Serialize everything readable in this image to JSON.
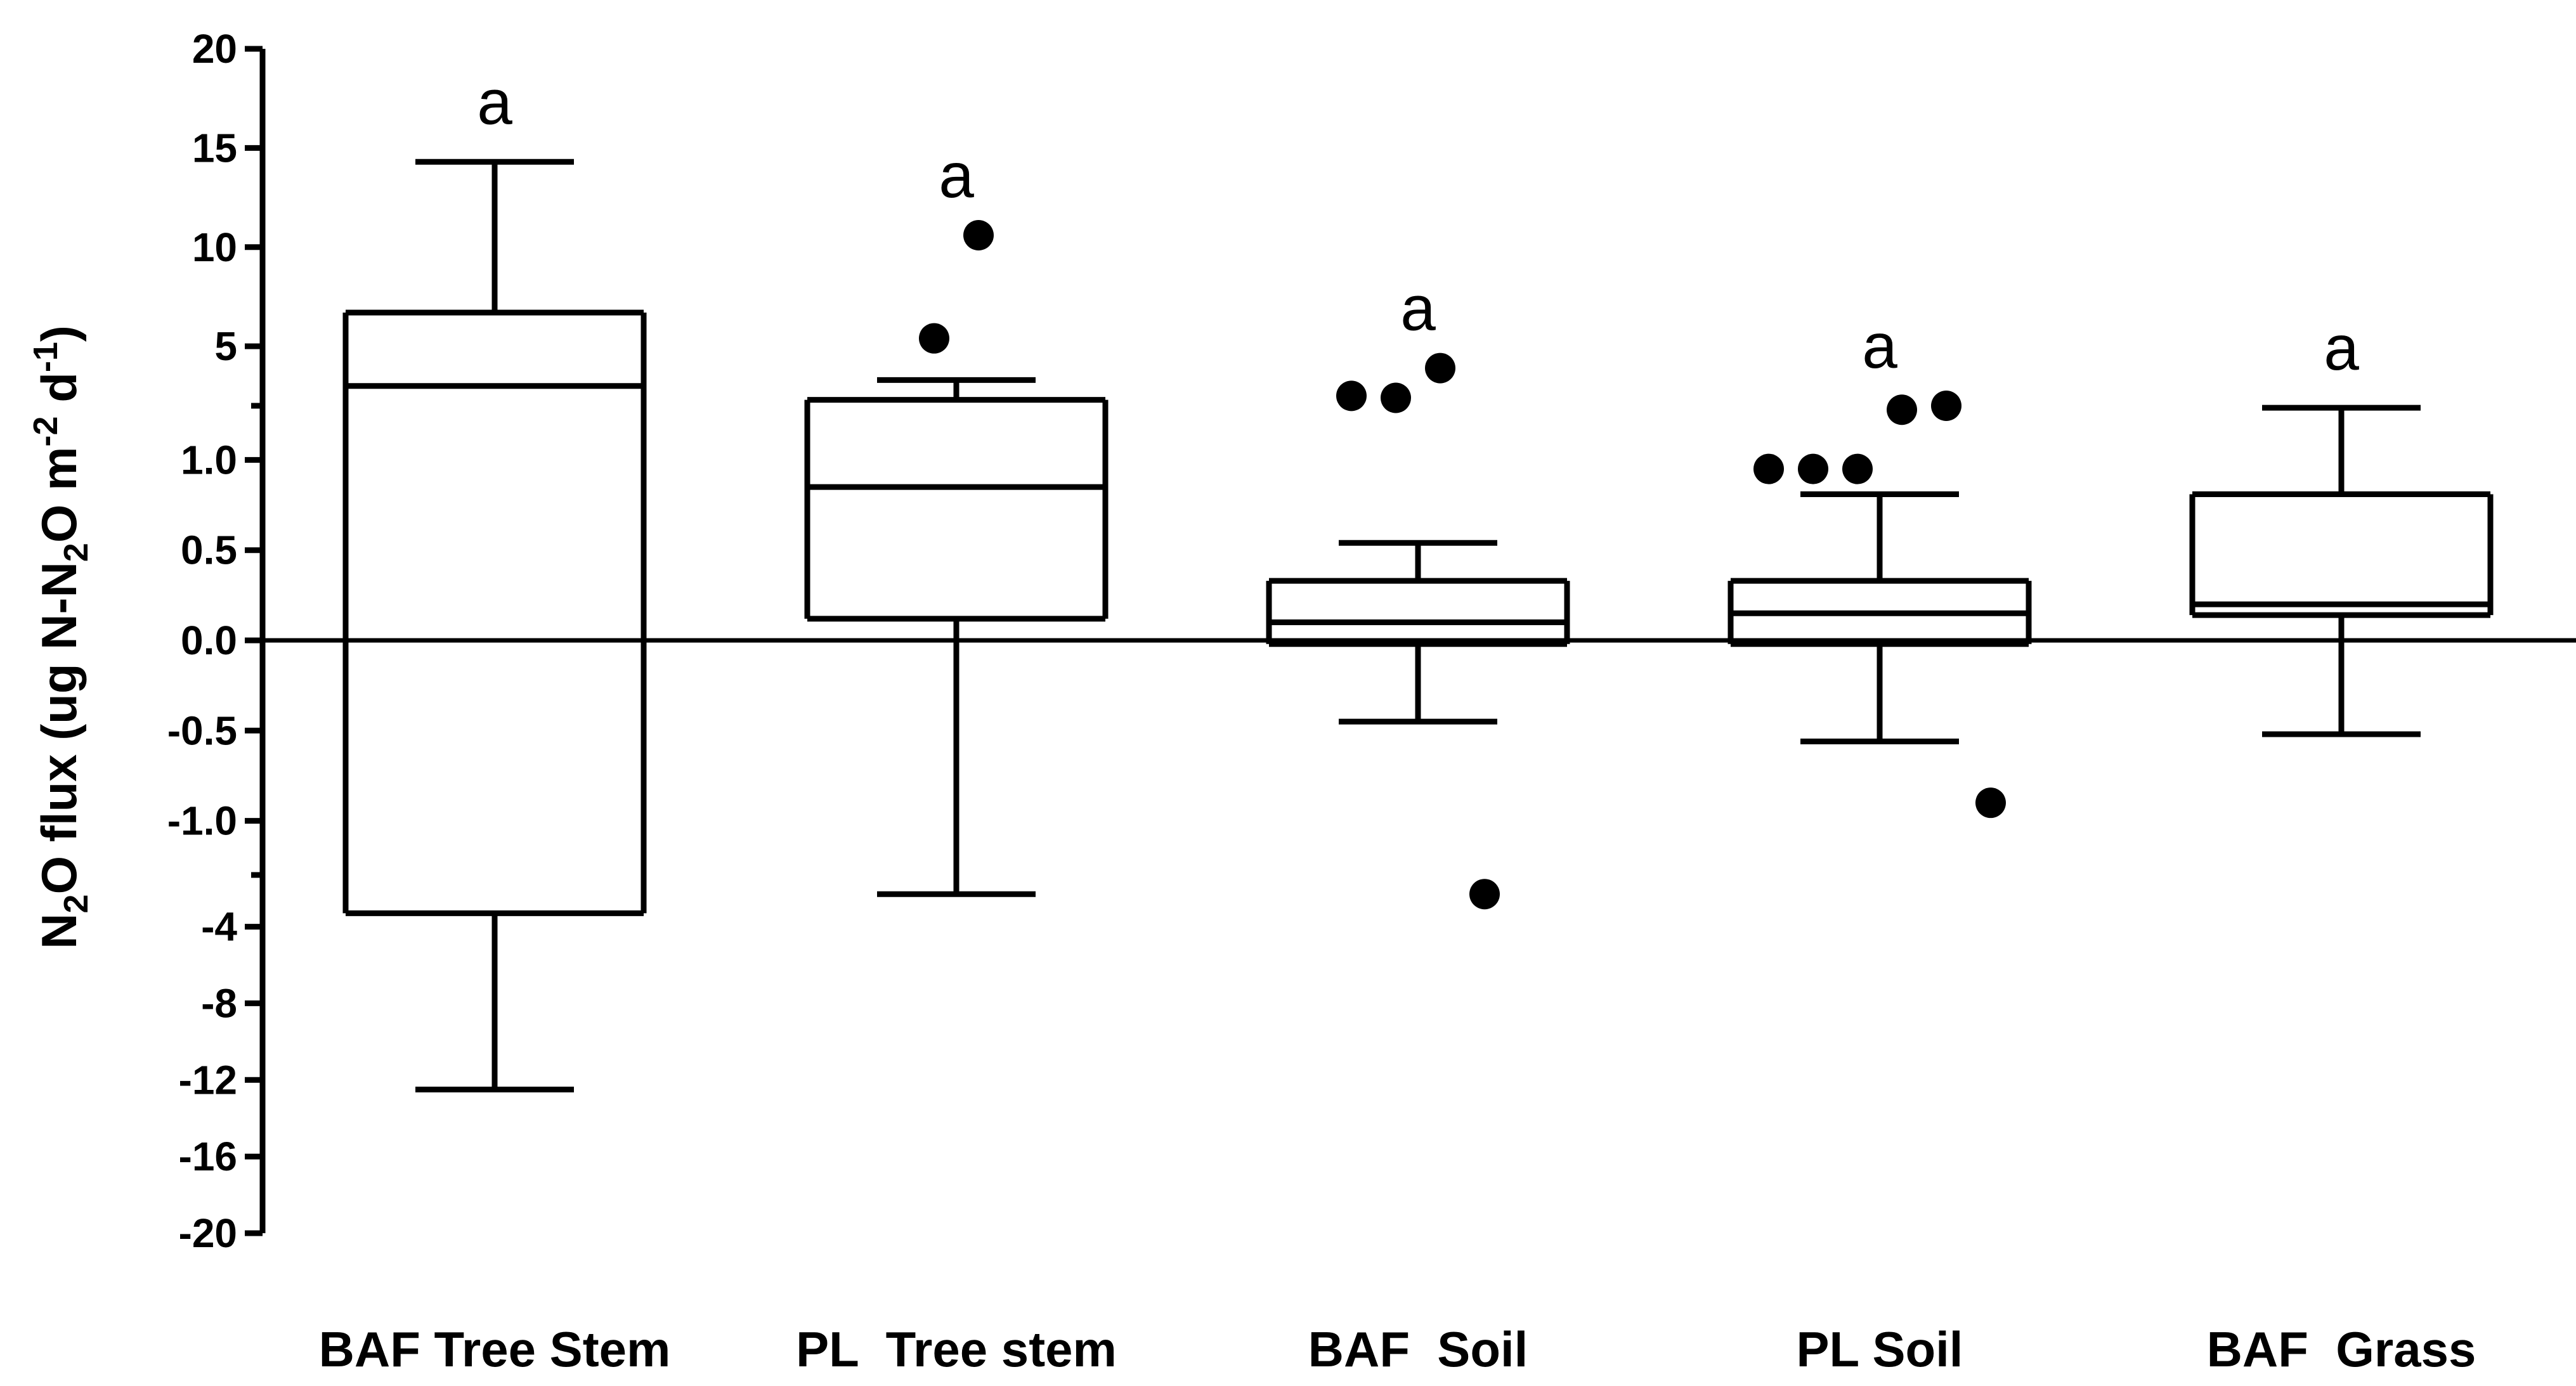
{
  "chart_data": {
    "type": "box",
    "ylabel": {
      "parts": [
        "N",
        "2",
        "O flux (ug N-N",
        "2",
        "O m",
        "-2",
        " d",
        "-1",
        ")"
      ]
    },
    "y_axis_segments": [
      {
        "name": "upper",
        "range": [
          2,
          20
        ],
        "ticks": [
          5,
          10,
          15,
          20
        ],
        "labels": [
          "5",
          "10",
          "15",
          "20"
        ]
      },
      {
        "name": "middle",
        "range": [
          -1.3,
          1.3
        ],
        "ticks": [
          -1.0,
          -0.5,
          0.0,
          0.5,
          1.0
        ],
        "labels": [
          "-1.0",
          "-0.5",
          "0.0",
          "0.5",
          "1.0"
        ]
      },
      {
        "name": "lower",
        "range": [
          -20,
          -1.3
        ],
        "ticks": [
          -20,
          -16,
          -12,
          -8,
          -4
        ],
        "labels": [
          "-20",
          "-16",
          "-12",
          "-8",
          "-4"
        ]
      }
    ],
    "zero_line": true,
    "categories": [
      "BAF Tree Stem",
      "PL  Tree stem",
      "BAF  Soil",
      "PL Soil",
      "BAF  Grass"
    ],
    "boxes": [
      {
        "category": "BAF Tree Stem",
        "whisker_low": -12.5,
        "q1": -3.3,
        "median": 3.0,
        "q3": 6.7,
        "whisker_high": 14.3,
        "outliers": [],
        "letter": "a"
      },
      {
        "category": "PL  Tree stem",
        "whisker_low": -2.3,
        "q1": 0.12,
        "median": 0.85,
        "q3": 2.3,
        "whisker_high": 3.3,
        "outliers": [
          5.4,
          10.6
        ],
        "letter": "a"
      },
      {
        "category": "BAF  Soil",
        "whisker_low": -0.45,
        "q1": -0.02,
        "median": 0.1,
        "q3": 0.33,
        "whisker_high": 0.54,
        "outliers": [
          2.5,
          2.4,
          3.9,
          -2.3
        ],
        "letter": "a"
      },
      {
        "category": "PL Soil",
        "whisker_low": -0.56,
        "q1": -0.02,
        "median": 0.15,
        "q3": 0.33,
        "whisker_high": 0.81,
        "outliers": [
          0.95,
          0.95,
          0.95,
          1.8,
          2.0,
          -0.9
        ],
        "letter": "a"
      },
      {
        "category": "BAF  Grass",
        "whisker_low": -0.52,
        "q1": 0.14,
        "median": 0.2,
        "q3": 0.81,
        "whisker_high": 1.9,
        "outliers": [],
        "letter": "a"
      }
    ],
    "grid": false,
    "legend": "none"
  }
}
